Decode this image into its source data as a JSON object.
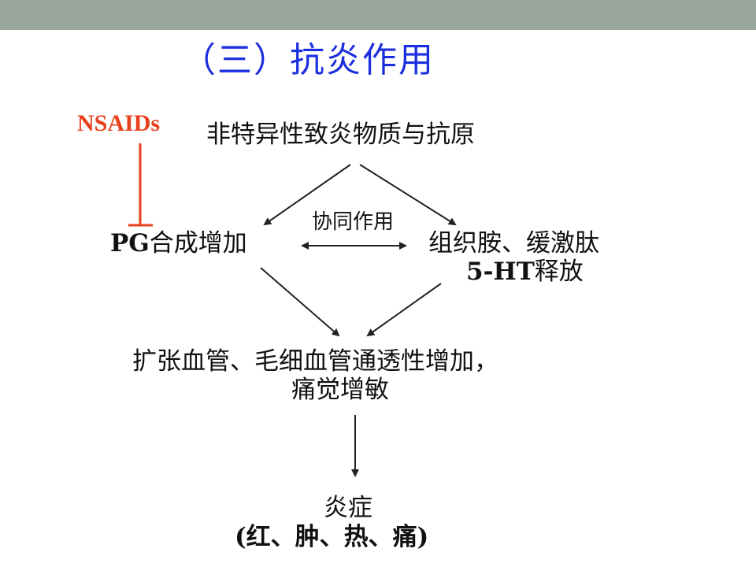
{
  "title": "（三）抗炎作用",
  "inhibitor": "NSAIDs",
  "nodes": {
    "stimulus": "非特异性致炎物质与抗原",
    "pg_prefix": "PG",
    "pg_suffix": "合成增加",
    "synergy": "协同作用",
    "mediators_line1": "组织胺、缓激肽",
    "mediators_line2_prefix": "5-HT",
    "mediators_line2_suffix": "释放",
    "vascular_line1": "扩张血管、毛细血管通透性增加，",
    "vascular_line2": "痛觉增敏",
    "inflammation": "炎症",
    "symptoms": "(红、肿、热、痛)"
  },
  "colors": {
    "title": "#1c2fe0",
    "inhibitor": "#e8401c",
    "top_bar": "#97a59b",
    "arrows": "#222222"
  }
}
